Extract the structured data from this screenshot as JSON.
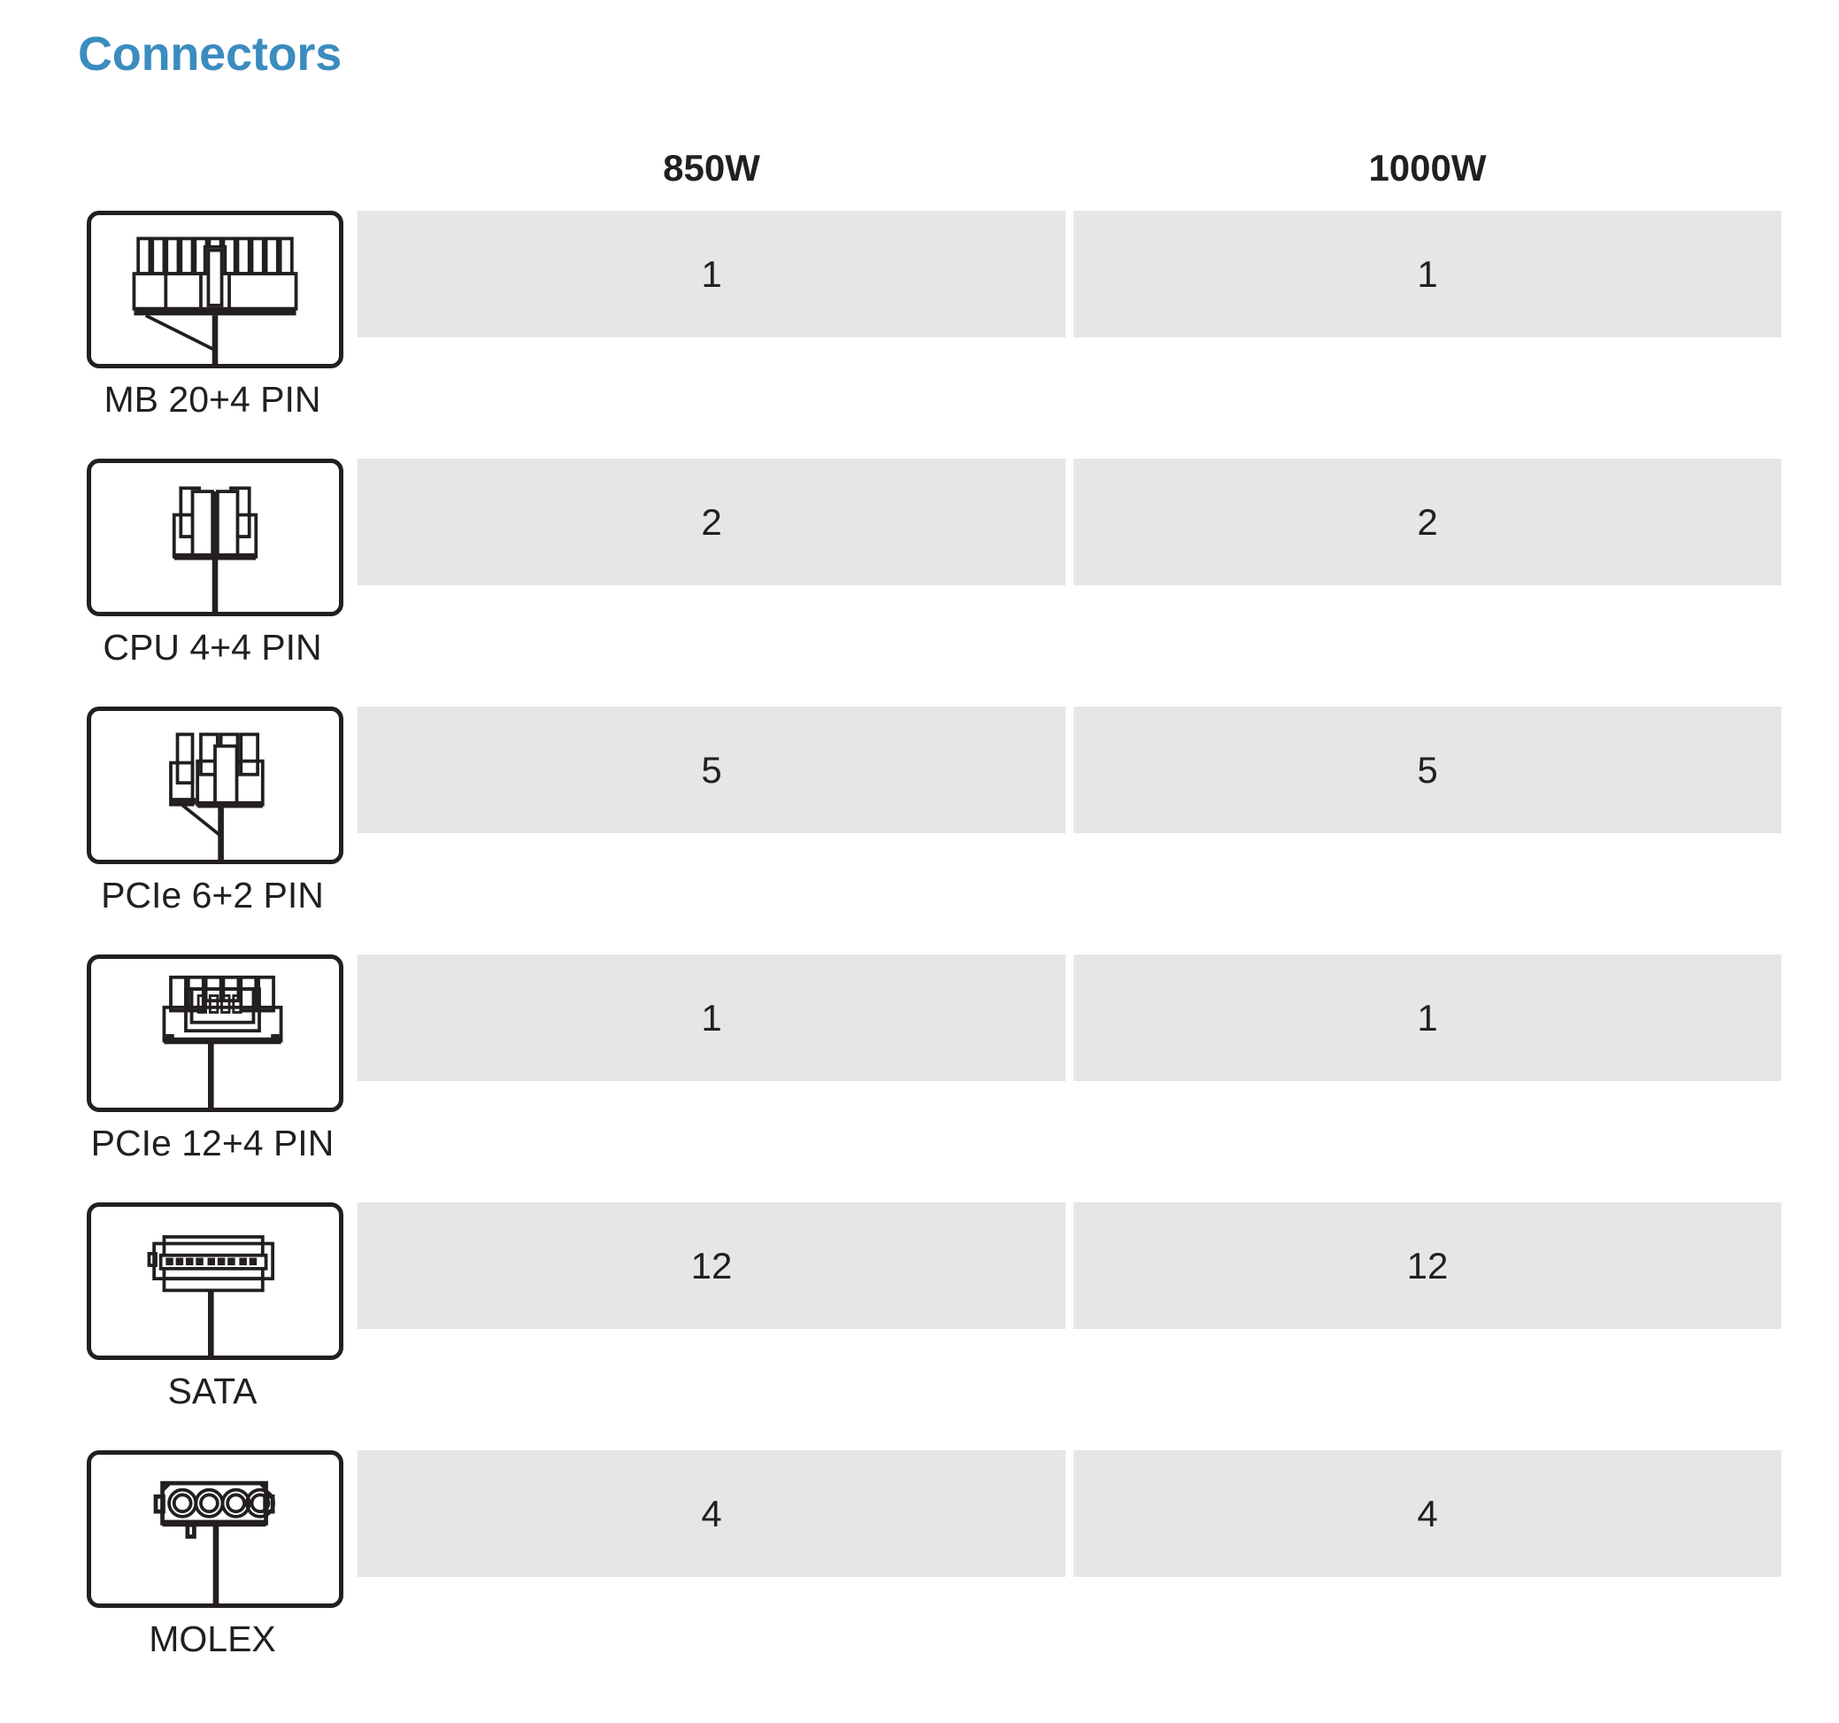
{
  "page": {
    "title": "Connectors",
    "title_color": "#3b8cbf",
    "cell_bg": "#e6e6e8",
    "text_color": "#231f20"
  },
  "table": {
    "columns": [
      {
        "key": "w850",
        "label": "850W"
      },
      {
        "key": "w1000",
        "label": "1000W"
      }
    ],
    "rows": [
      {
        "icon": "mb-20-4-pin-connector-icon",
        "label": "MB 20+4 PIN",
        "values": [
          "1",
          "1"
        ]
      },
      {
        "icon": "cpu-4-4-pin-connector-icon",
        "label": "CPU 4+4 PIN",
        "values": [
          "2",
          "2"
        ]
      },
      {
        "icon": "pcie-6-2-pin-connector-icon",
        "label": "PCIe 6+2 PIN",
        "values": [
          "5",
          "5"
        ]
      },
      {
        "icon": "pcie-12-4-pin-connector-icon",
        "label": "PCIe 12+4 PIN",
        "values": [
          "1",
          "1"
        ]
      },
      {
        "icon": "sata-connector-icon",
        "label": "SATA",
        "values": [
          "12",
          "12"
        ]
      },
      {
        "icon": "molex-connector-icon",
        "label": "MOLEX",
        "values": [
          "4",
          "4"
        ]
      }
    ]
  }
}
